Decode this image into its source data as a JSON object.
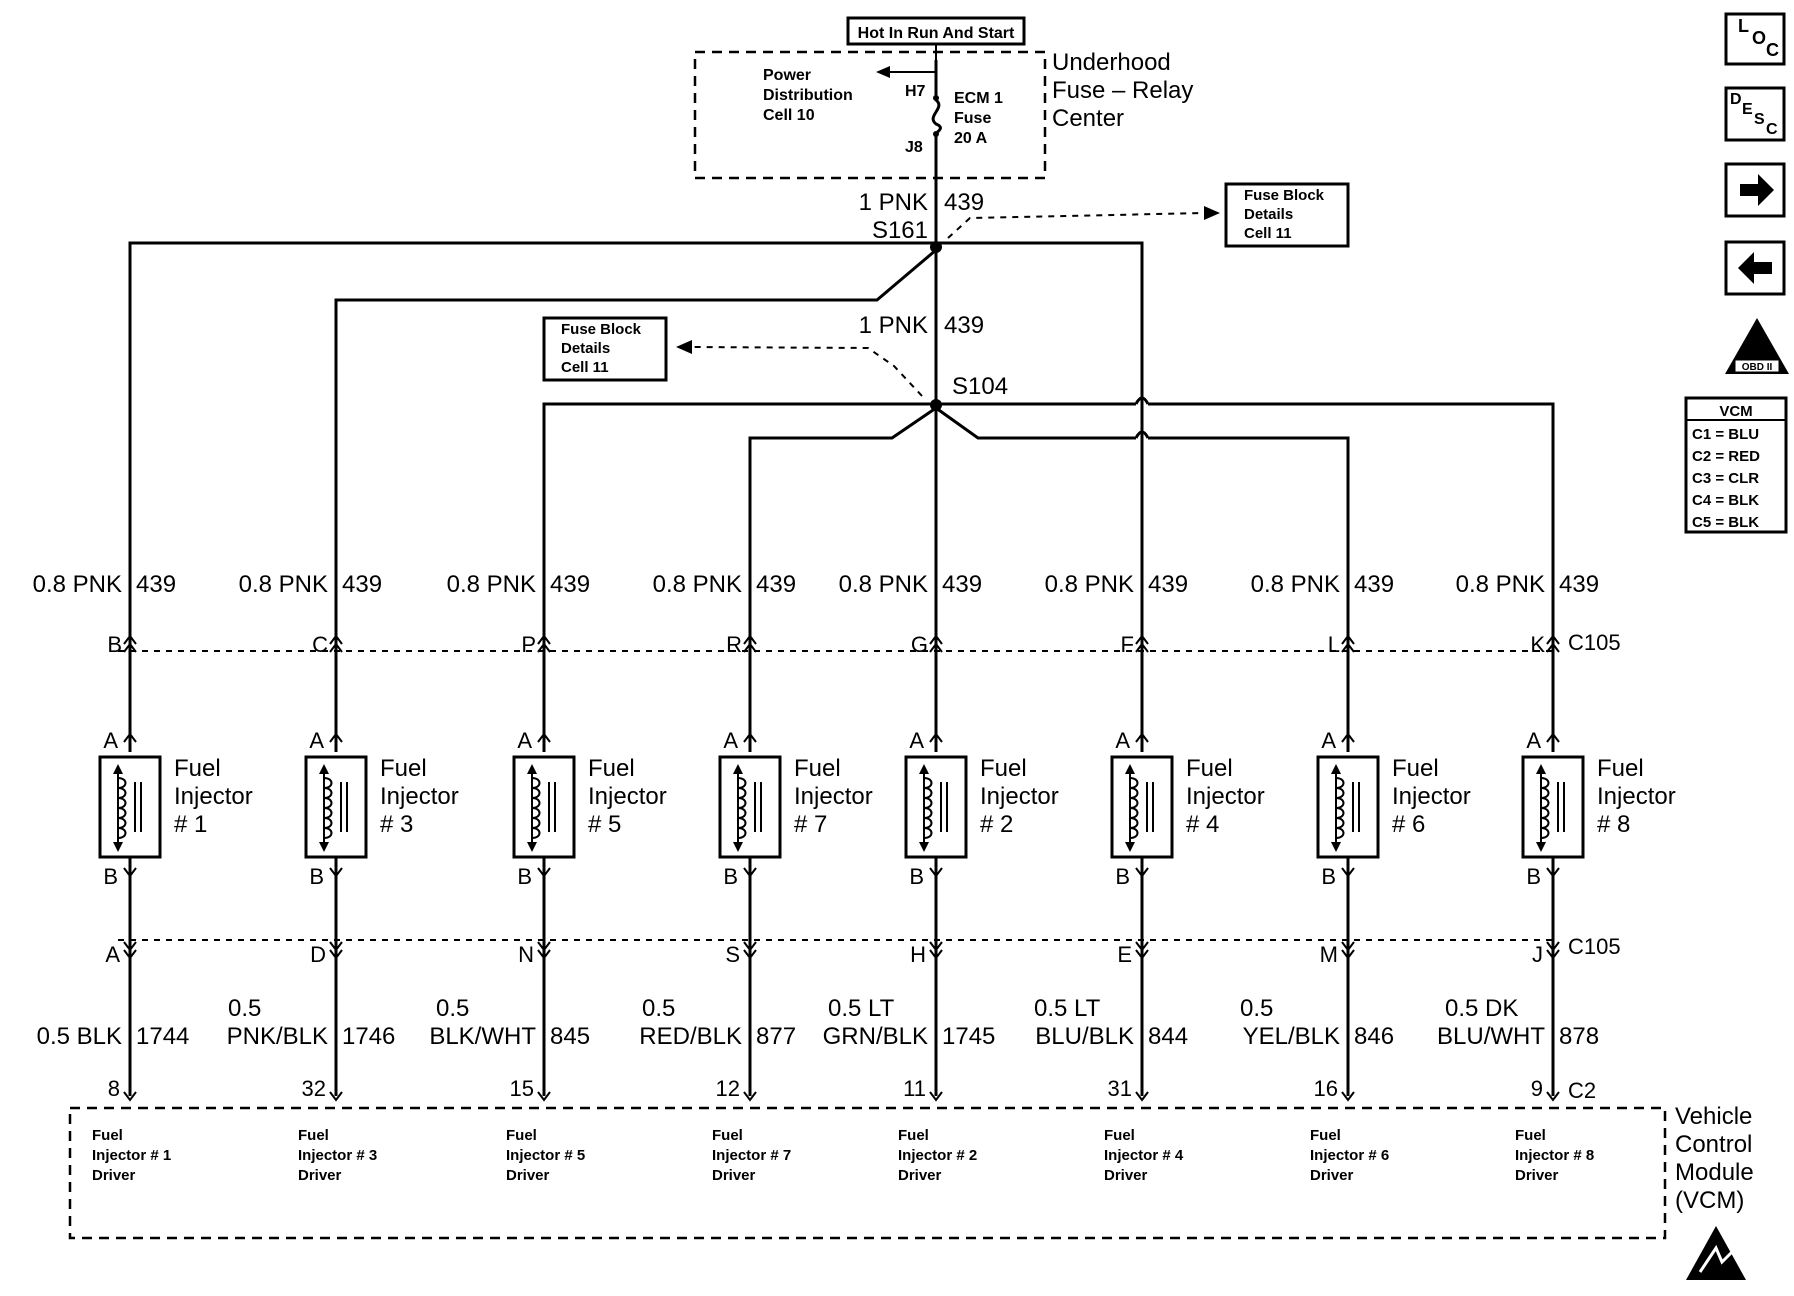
{
  "hot_label": "Hot In Run And Start",
  "underhood": {
    "title_lines": [
      "Underhood",
      "Fuse – Relay",
      "Center"
    ],
    "pdc_lines": [
      "Power",
      "Distribution",
      "Cell 10"
    ],
    "h7": "H7",
    "j8": "J8",
    "fuse_lines": [
      "ECM 1",
      "Fuse",
      "20 A"
    ]
  },
  "main_wire": {
    "gauge": "1 PNK",
    "circuit": "439"
  },
  "mid_wire": {
    "gauge": "1 PNK",
    "circuit": "439"
  },
  "splices": {
    "s161": "S161",
    "s104": "S104"
  },
  "fuse_block_refs": [
    {
      "lines": [
        "Fuse Block",
        "Details",
        "Cell 11"
      ]
    },
    {
      "lines": [
        "Fuse Block",
        "Details",
        "Cell 11"
      ]
    }
  ],
  "connector_top": "C105",
  "connector_bottom": "C105",
  "connector_vcm": "C2",
  "injectors": [
    {
      "top_wire_gauge": "0.8 PNK",
      "top_wire_circuit": "439",
      "c105_top_pin": "B",
      "pin_a": "A",
      "pin_b": "B",
      "name_lines": [
        "Fuel",
        "Injector",
        "# 1"
      ],
      "c105_bottom_pin": "A",
      "bottom_wire_gauge_lines": [
        "0.5 BLK"
      ],
      "bottom_wire_circuit": "1744",
      "vcm_pin": "8",
      "driver_lines": [
        "Fuel",
        "Injector # 1",
        "Driver"
      ]
    },
    {
      "top_wire_gauge": "0.8 PNK",
      "top_wire_circuit": "439",
      "c105_top_pin": "C",
      "pin_a": "A",
      "pin_b": "B",
      "name_lines": [
        "Fuel",
        "Injector",
        "# 3"
      ],
      "c105_bottom_pin": "D",
      "bottom_wire_gauge_lines": [
        "0.5",
        "PNK/BLK"
      ],
      "bottom_wire_circuit": "1746",
      "vcm_pin": "32",
      "driver_lines": [
        "Fuel",
        "Injector # 3",
        "Driver"
      ]
    },
    {
      "top_wire_gauge": "0.8 PNK",
      "top_wire_circuit": "439",
      "c105_top_pin": "P",
      "pin_a": "A",
      "pin_b": "B",
      "name_lines": [
        "Fuel",
        "Injector",
        "# 5"
      ],
      "c105_bottom_pin": "N",
      "bottom_wire_gauge_lines": [
        "0.5",
        "BLK/WHT"
      ],
      "bottom_wire_circuit": "845",
      "vcm_pin": "15",
      "driver_lines": [
        "Fuel",
        "Injector # 5",
        "Driver"
      ]
    },
    {
      "top_wire_gauge": "0.8 PNK",
      "top_wire_circuit": "439",
      "c105_top_pin": "R",
      "pin_a": "A",
      "pin_b": "B",
      "name_lines": [
        "Fuel",
        "Injector",
        "# 7"
      ],
      "c105_bottom_pin": "S",
      "bottom_wire_gauge_lines": [
        "0.5",
        "RED/BLK"
      ],
      "bottom_wire_circuit": "877",
      "vcm_pin": "12",
      "driver_lines": [
        "Fuel",
        "Injector # 7",
        "Driver"
      ]
    },
    {
      "top_wire_gauge": "0.8 PNK",
      "top_wire_circuit": "439",
      "c105_top_pin": "G",
      "pin_a": "A",
      "pin_b": "B",
      "name_lines": [
        "Fuel",
        "Injector",
        "# 2"
      ],
      "c105_bottom_pin": "H",
      "bottom_wire_gauge_lines": [
        "0.5 LT",
        "GRN/BLK"
      ],
      "bottom_wire_circuit": "1745",
      "vcm_pin": "11",
      "driver_lines": [
        "Fuel",
        "Injector # 2",
        "Driver"
      ]
    },
    {
      "top_wire_gauge": "0.8 PNK",
      "top_wire_circuit": "439",
      "c105_top_pin": "F",
      "pin_a": "A",
      "pin_b": "B",
      "name_lines": [
        "Fuel",
        "Injector",
        "# 4"
      ],
      "c105_bottom_pin": "E",
      "bottom_wire_gauge_lines": [
        "0.5 LT",
        "BLU/BLK"
      ],
      "bottom_wire_circuit": "844",
      "vcm_pin": "31",
      "driver_lines": [
        "Fuel",
        "Injector # 4",
        "Driver"
      ]
    },
    {
      "top_wire_gauge": "0.8 PNK",
      "top_wire_circuit": "439",
      "c105_top_pin": "L",
      "pin_a": "A",
      "pin_b": "B",
      "name_lines": [
        "Fuel",
        "Injector",
        "# 6"
      ],
      "c105_bottom_pin": "M",
      "bottom_wire_gauge_lines": [
        "0.5",
        "YEL/BLK"
      ],
      "bottom_wire_circuit": "846",
      "vcm_pin": "16",
      "driver_lines": [
        "Fuel",
        "Injector # 6",
        "Driver"
      ]
    },
    {
      "top_wire_gauge": "0.8 PNK",
      "top_wire_circuit": "439",
      "c105_top_pin": "K",
      "pin_a": "A",
      "pin_b": "B",
      "name_lines": [
        "Fuel",
        "Injector",
        "# 8"
      ],
      "c105_bottom_pin": "J",
      "bottom_wire_gauge_lines": [
        "0.5 DK",
        "BLU/WHT"
      ],
      "bottom_wire_circuit": "878",
      "vcm_pin": "9",
      "driver_lines": [
        "Fuel",
        "Injector # 8",
        "Driver"
      ]
    }
  ],
  "vcm": {
    "title_lines": [
      "Vehicle",
      "Control",
      "Module",
      "(VCM)"
    ]
  },
  "nav": {
    "loc": [
      "L",
      "O",
      "C"
    ],
    "desc": [
      "D",
      "E",
      "S",
      "C"
    ],
    "next_icon": "arrow-right-icon",
    "prev_icon": "arrow-left-icon",
    "obd_label": "OBD II"
  },
  "vcm_legend": {
    "title": "VCM",
    "rows": [
      "C1 = BLU",
      "C2 = RED",
      "C3 = CLR",
      "C4 = BLK",
      "C5 = BLK"
    ]
  }
}
